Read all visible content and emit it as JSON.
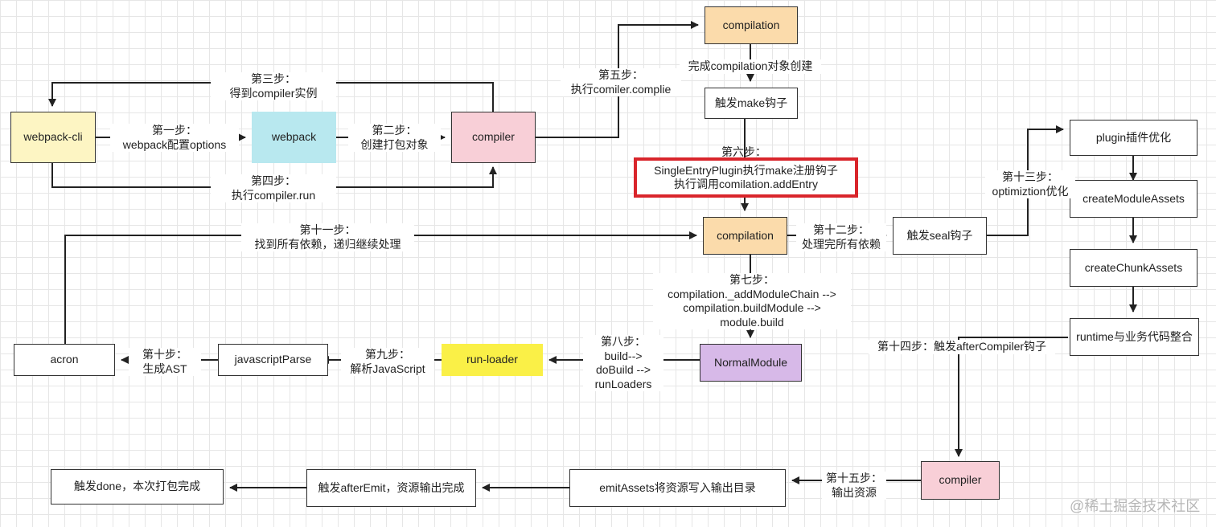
{
  "nodes": {
    "webpack_cli": "webpack-cli",
    "webpack": "webpack",
    "compiler_top": "compiler",
    "compilation_top": "compilation",
    "trigger_make": "触发make钩子",
    "single_entry": "SingleEntryPlugin执行make注册钩子\n执行调用comilation.addEntry",
    "compilation_mid": "compilation",
    "trigger_seal": "触发seal钩子",
    "normal_module": "NormalModule",
    "run_loader": "run-loader",
    "javascript_parse": "javascriptParse",
    "acron": "acron",
    "plugin_optimize": "plugin插件优化",
    "create_module_assets": "createModuleAssets",
    "create_chunk_assets": "createChunkAssets",
    "runtime_merge": "runtime与业务代码整合",
    "compiler_bottom": "compiler",
    "emit_assets": "emitAssets将资源写入输出目录",
    "after_emit": "触发afterEmit，资源输出完成",
    "done": "触发done，本次打包完成"
  },
  "labels": {
    "step1": "第一步：\nwebpack配置options",
    "step2": "第二步：\n创建打包对象",
    "step3": "第三步：\n得到compiler实例",
    "step4": "第四步：\n执行compiler.run",
    "step5": "第五步：\n执行comiler.complie",
    "compilation_created": "完成compilation对象创建",
    "step6": "第六步：",
    "step7": "第七步：\ncompilation._addModuleChain -->\ncompilation.buildModule -->\nmodule.build",
    "step8": "第八步：\nbuild-->\ndoBuild -->\nrunLoaders",
    "step9": "第九步：\n解析JavaScript",
    "step10": "第十步：\n生成AST",
    "step11": "第十一步：\n找到所有依赖，递归继续处理",
    "step12": "第十二步：\n处理完所有依赖",
    "step13": "第十三步：\noptimiztion优化",
    "step14": "第十四步：触发afterCompiler钩子",
    "step15": "第十五步：\n输出资源"
  },
  "watermark": "@稀土掘金技术社区",
  "colors": {
    "yellow": "#fdf5c3",
    "cyan": "#b8e8ef",
    "pink": "#f8cfd7",
    "orange": "#fbdbab",
    "purple": "#d7b9e8",
    "bright_yellow": "#faf047",
    "highlight_red": "#d9252b"
  }
}
